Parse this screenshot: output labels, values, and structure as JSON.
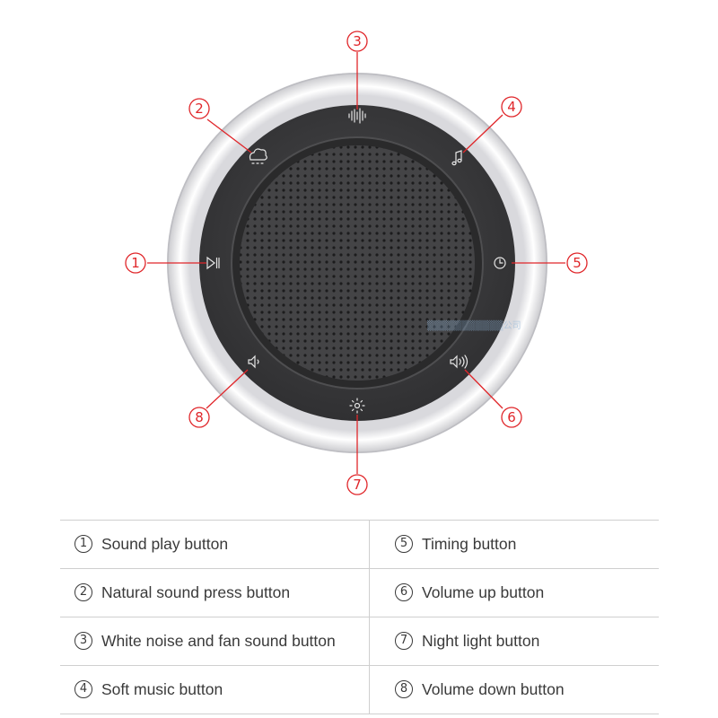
{
  "callouts": [
    {
      "num": "1",
      "label": "Sound play button"
    },
    {
      "num": "2",
      "label": "Natural sound press button"
    },
    {
      "num": "3",
      "label": "White noise and fan sound button"
    },
    {
      "num": "4",
      "label": "Soft music button"
    },
    {
      "num": "5",
      "label": "Timing button"
    },
    {
      "num": "6",
      "label": "Volume up button"
    },
    {
      "num": "7",
      "label": "Night light button"
    },
    {
      "num": "8",
      "label": "Volume down button"
    }
  ],
  "icons": {
    "1": "play-pause-icon",
    "2": "cloud-rain-icon",
    "3": "sound-wave-icon",
    "4": "music-note-icon",
    "5": "clock-icon",
    "6": "volume-up-icon",
    "7": "sun-light-icon",
    "8": "volume-down-icon"
  },
  "colors": {
    "callout": "#e0262a",
    "device_face": "#3a3a3c",
    "device_ring": "#f2f2f4",
    "grille": "#404042"
  }
}
